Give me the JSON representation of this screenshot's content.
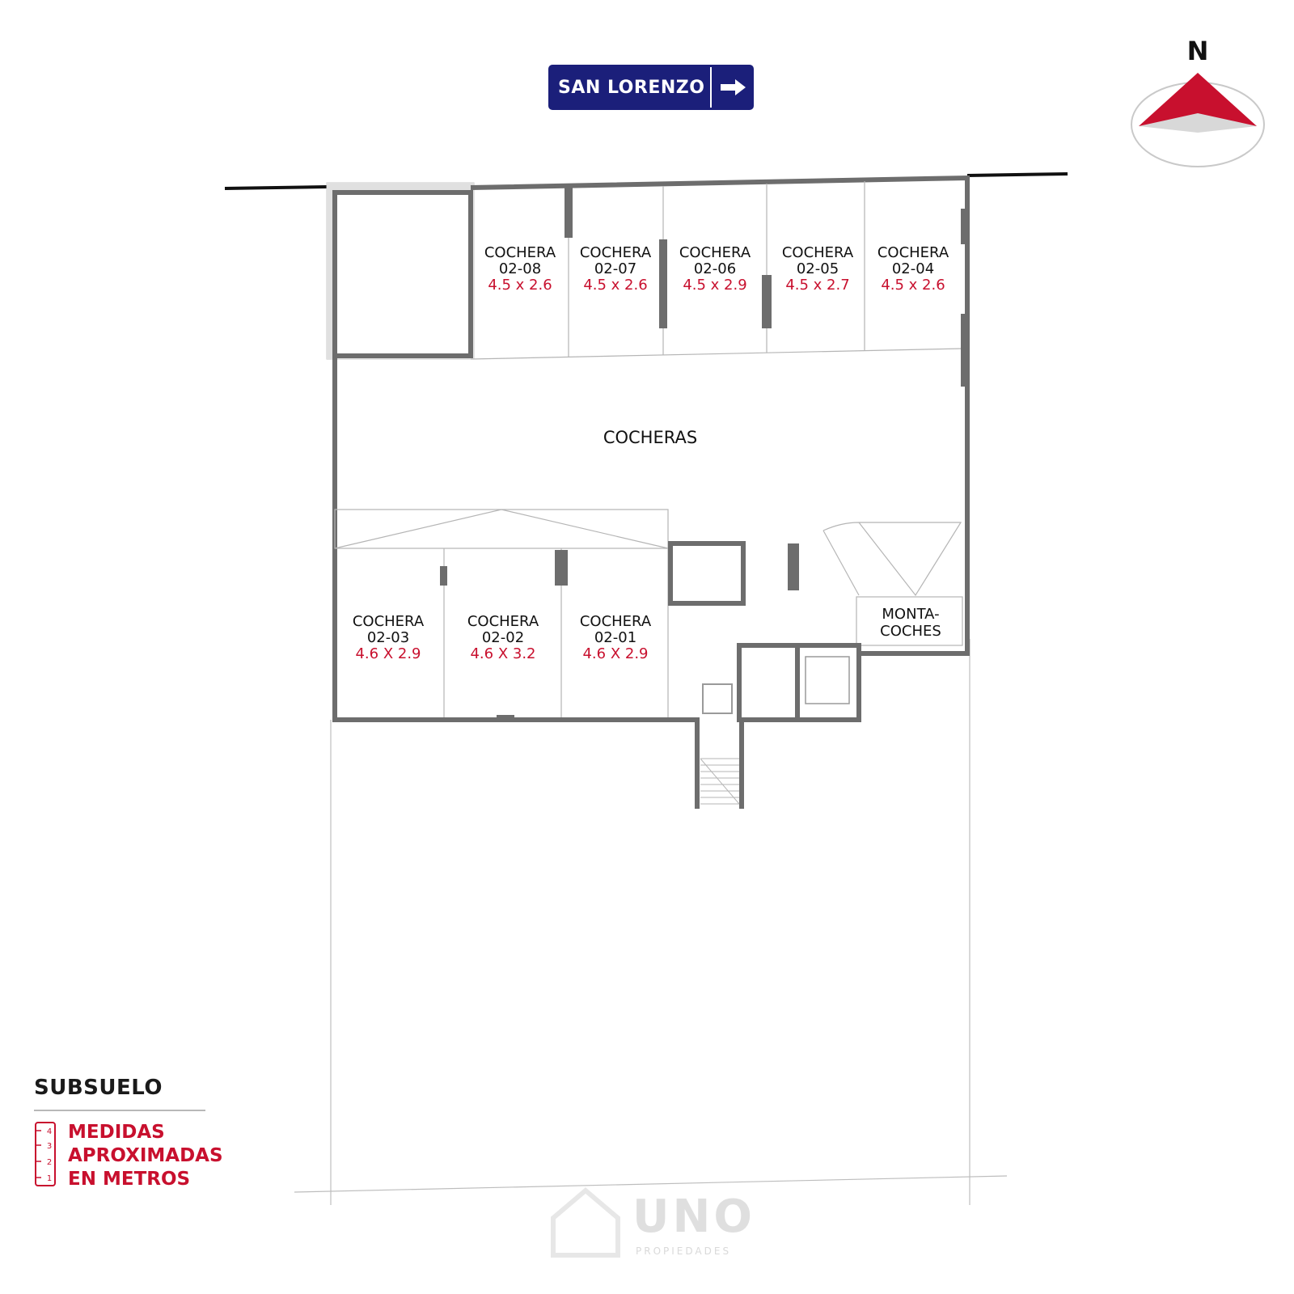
{
  "street": {
    "name": "SAN LORENZO",
    "arrow_icon": "arrow-right-icon"
  },
  "compass": {
    "label": "N",
    "color": "#c8102e"
  },
  "floor": {
    "title": "SUBSUELO",
    "note_lines": [
      "MEDIDAS",
      "APROXIMADAS",
      "EN METROS"
    ],
    "ruler_ticks": [
      "4",
      "3",
      "2",
      "1"
    ]
  },
  "common_area": {
    "label": "COCHERAS"
  },
  "lift": {
    "line1": "MONTA-",
    "line2": "COCHES"
  },
  "spaces_top": [
    {
      "name": "COCHERA",
      "code": "02-08",
      "size": "4.5 x 2.6"
    },
    {
      "name": "COCHERA",
      "code": "02-07",
      "size": "4.5 x 2.6"
    },
    {
      "name": "COCHERA",
      "code": "02-06",
      "size": "4.5 x 2.9"
    },
    {
      "name": "COCHERA",
      "code": "02-05",
      "size": "4.5 x 2.7"
    },
    {
      "name": "COCHERA",
      "code": "02-04",
      "size": "4.5 x 2.6"
    }
  ],
  "spaces_bottom": [
    {
      "name": "COCHERA",
      "code": "02-03",
      "size": "4.6 X 2.9"
    },
    {
      "name": "COCHERA",
      "code": "02-02",
      "size": "4.6 X 3.2"
    },
    {
      "name": "COCHERA",
      "code": "02-01",
      "size": "4.6 X 2.9"
    }
  ],
  "watermark": {
    "brand": "UNO",
    "tagline": "PROPIEDADES"
  },
  "colors": {
    "accent": "#c8102e",
    "wall": "#6d6d6d",
    "sign": "#1b1f7a",
    "thin": "#b5b5b5"
  }
}
